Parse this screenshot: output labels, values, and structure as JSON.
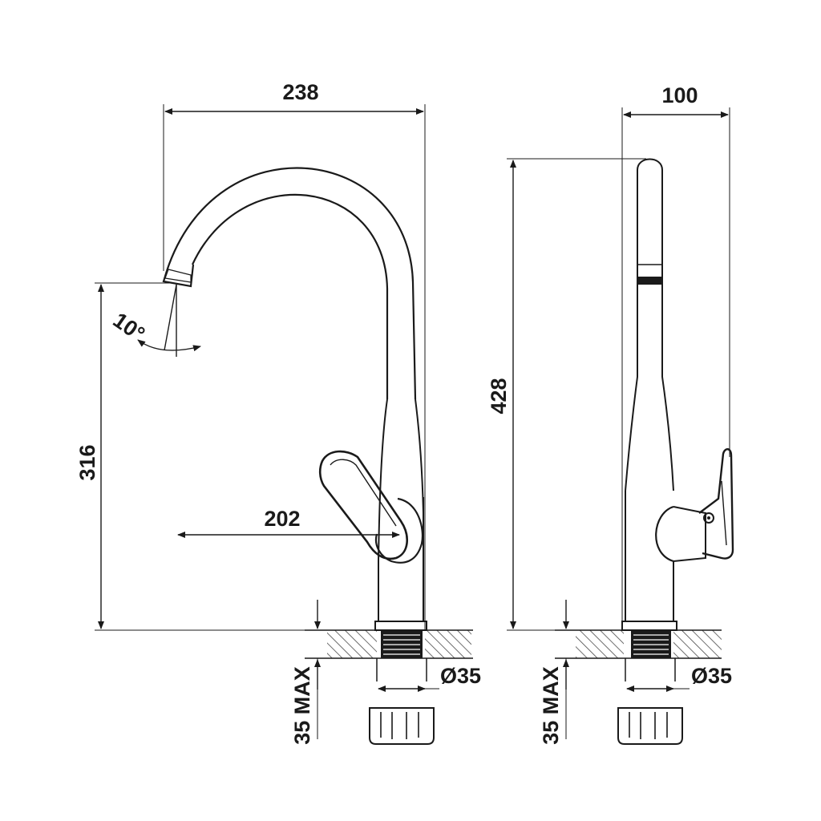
{
  "diagram": {
    "front_view": {
      "overall_width": "238",
      "spout_reach": "202",
      "spout_height": "316",
      "spout_angle": "10°",
      "max_deck_thickness": "35 MAX",
      "hole_diameter": "Ø35"
    },
    "side_view": {
      "overall_depth": "100",
      "overall_height": "428",
      "max_deck_thickness": "35 MAX",
      "hole_diameter": "Ø35"
    },
    "colors": {
      "line": "#1a1a1a",
      "hatch": "#4a4a4a",
      "background": "#ffffff"
    }
  }
}
